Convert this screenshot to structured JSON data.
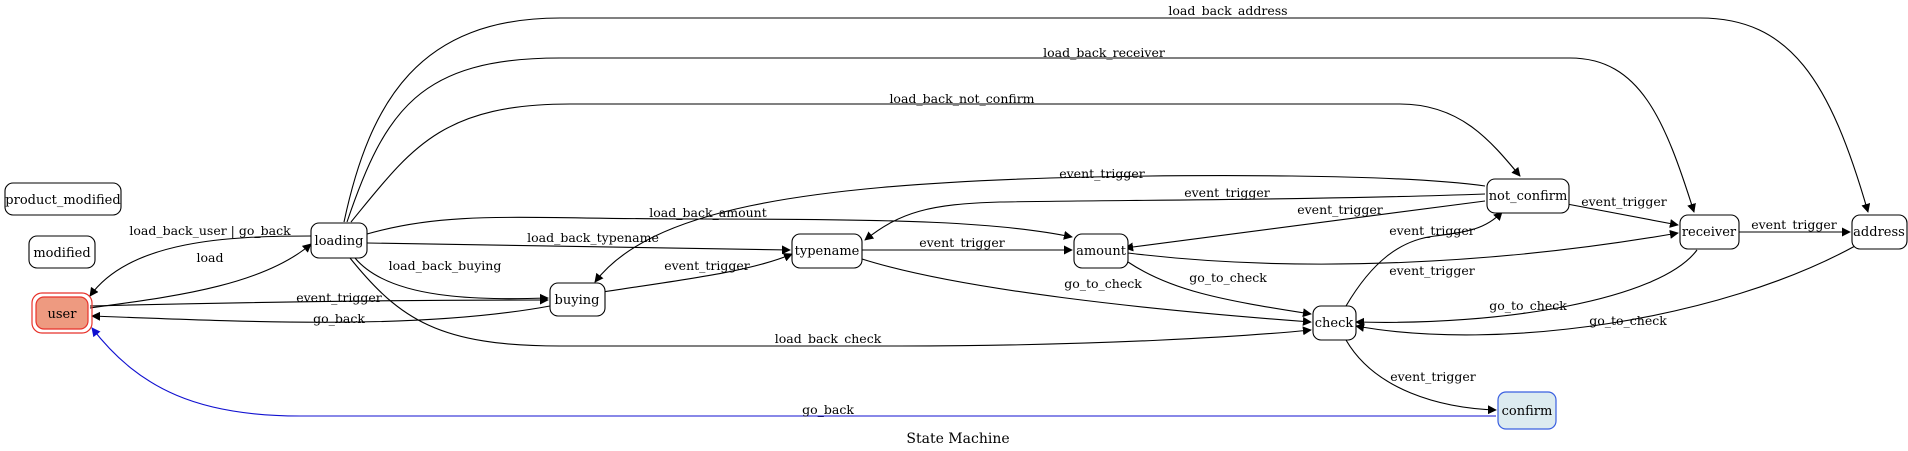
{
  "diagram": {
    "caption": "State Machine",
    "colors": {
      "edge": "#000000",
      "highlight_edge": "#1010d0",
      "user_fill": "#ee9a80",
      "user_border": "#e8322a",
      "confirm_fill": "#dcebf0",
      "confirm_border": "#3a5fe0",
      "node_fill": "#ffffff"
    },
    "nodes": {
      "user": "user",
      "modified": "modified",
      "product_modified": "product_modified",
      "loading": "loading",
      "buying": "buying",
      "typename": "typename",
      "amount": "amount",
      "not_confirm": "not_confirm",
      "check": "check",
      "receiver": "receiver",
      "address": "address",
      "confirm": "confirm"
    },
    "edges": {
      "load_back_address": "load_back_address",
      "load_back_receiver": "load_back_receiver",
      "load_back_not_confirm": "load_back_not_confirm",
      "et_notconfirm_buying": "event_trigger",
      "et_notconfirm_typename": "event_trigger",
      "et_notconfirm_amount": "event_trigger",
      "load_back_amount": "load_back_amount",
      "load_back_user_go_back": "load_back_user | go_back",
      "load_back_typename": "load_back_typename",
      "et_typename_amount": "event_trigger",
      "et_notconfirm_receiver": "event_trigger",
      "et_receiver_address": "event_trigger",
      "load": "load",
      "load_back_buying": "load_back_buying",
      "et_buying_typename": "event_trigger",
      "et_check_notconfirm": "event_trigger",
      "et_amount_receiver": "event_trigger",
      "et_user_buying": "event_trigger",
      "go_back_buying_user": "go_back",
      "go_to_check_typename": "go_to_check",
      "go_to_check_amount": "go_to_check",
      "go_to_check_receiver": "go_to_check",
      "go_to_check_address": "go_to_check",
      "load_back_check": "load_back_check",
      "et_check_confirm": "event_trigger",
      "go_back_confirm_user": "go_back"
    }
  }
}
